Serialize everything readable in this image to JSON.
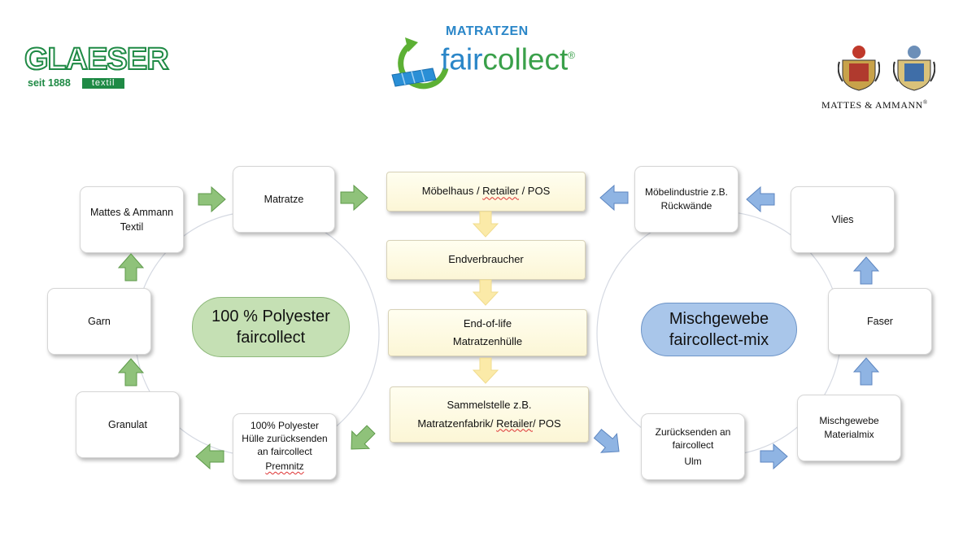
{
  "logos": {
    "glaeser": {
      "name": "GLAESER",
      "since": "seit 1888",
      "sub": "textil"
    },
    "faircollect": {
      "top": "MATRATZEN",
      "word_a": "fair",
      "word_b": "collect",
      "reg": "®"
    },
    "mattes": {
      "name": "MATTES & AMMANN",
      "reg": "®"
    }
  },
  "center": {
    "retailer": {
      "a": "Möbelhaus / ",
      "u": "Retailer",
      "b": " / POS"
    },
    "consumer": "Endverbraucher",
    "eol": {
      "line1": "End-of-life",
      "line2": "Matratzenhülle"
    },
    "collect": {
      "line1": "Sammelstelle z.B.",
      "a": "Matratzenfabrik/ ",
      "u": "Retailer",
      "b": "/ POS"
    }
  },
  "left_cycle": {
    "title_line1": "100 % Polyester",
    "title_line2": "faircollect",
    "matratze": "Matratze",
    "mattes": {
      "line1": "Mattes & Ammann",
      "line2": "Textil"
    },
    "garn": "Garn",
    "granulat": "Granulat",
    "return": {
      "line1": "100% Polyester",
      "line2": "Hülle zurücksenden",
      "line3": "an faircollect",
      "line4": "Premnitz"
    }
  },
  "right_cycle": {
    "title_line1": "Mischgewebe",
    "title_line2": "faircollect-mix",
    "moebel": {
      "line1": "Möbelindustrie z.B.",
      "line2": "Rückwände"
    },
    "vlies": "Vlies",
    "faser": "Faser",
    "mix": {
      "line1": "Mischgewebe",
      "line2": "Materialmix"
    },
    "return": {
      "line1": "Zurücksenden an",
      "line2": "faircollect",
      "line3": "Ulm"
    }
  },
  "colors": {
    "green_arrow": "#8fc27a",
    "green_arrow_stroke": "#5e9a4a",
    "blue_arrow": "#8fb4e3",
    "blue_arrow_stroke": "#5d86c0",
    "yellow_arrow": "#fbeaa8",
    "green_pill": "#c5e0b4",
    "blue_pill": "#a9c6ea",
    "brand_green": "#2d9a4a",
    "brand_blue": "#2a86c8"
  }
}
